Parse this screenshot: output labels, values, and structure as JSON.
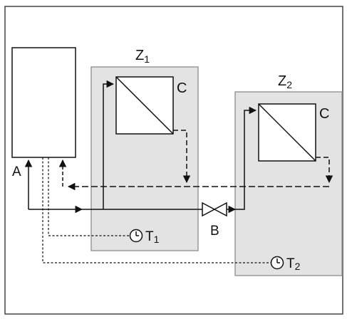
{
  "labels": {
    "boiler": "A",
    "valve": "B",
    "zone1": {
      "main": "Z",
      "sub": "1"
    },
    "zone2": {
      "main": "Z",
      "sub": "2"
    },
    "emitter1": "C",
    "emitter2": "C",
    "thermostat1": {
      "main": "T",
      "sub": "1"
    },
    "thermostat2": {
      "main": "T",
      "sub": "2"
    }
  },
  "colors": {
    "line": "#111111",
    "zone_fill": "#e3e3e3",
    "zone_stroke": "#9a9a9a",
    "box_fill": "#ffffff",
    "frame": "#444444"
  }
}
